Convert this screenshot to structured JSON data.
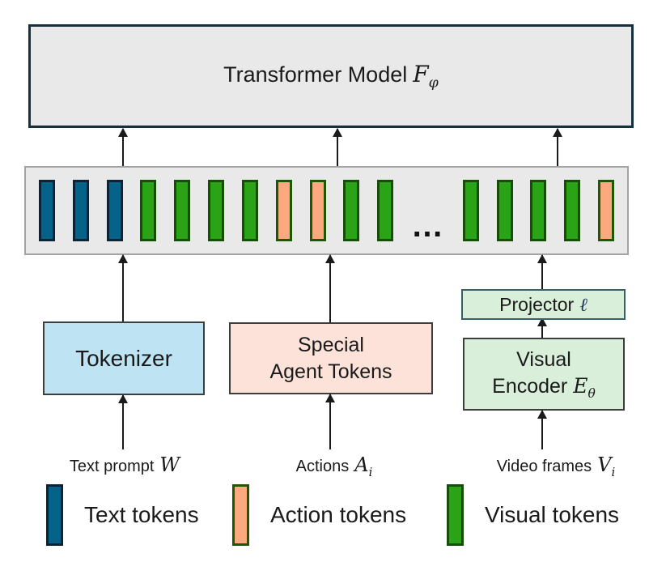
{
  "transformer": {
    "label": "Transformer Model",
    "symbol": "F",
    "symbol_sub": "φ"
  },
  "sequence": {
    "tokens": [
      "text",
      "text",
      "text",
      "visual",
      "visual",
      "visual",
      "visual",
      "action",
      "action",
      "visual",
      "visual",
      "ellipsis",
      "visual",
      "visual",
      "visual",
      "visual",
      "action"
    ],
    "ellipsis": "…"
  },
  "tokenizer": {
    "label": "Tokenizer"
  },
  "special_tokens": {
    "line1": "Special",
    "line2": "Agent Tokens"
  },
  "projector": {
    "label": "Projector",
    "symbol": "ℓ"
  },
  "visual_encoder": {
    "line1": "Visual",
    "line2": "Encoder",
    "symbol": "E",
    "symbol_sub": "θ"
  },
  "inputs": {
    "text": {
      "label": "Text prompt",
      "symbol": "W",
      "symbol_sub": ""
    },
    "actions": {
      "label": "Actions",
      "symbol": "A",
      "symbol_sub": "i"
    },
    "video": {
      "label": "Video frames",
      "symbol": "V",
      "symbol_sub": "i"
    }
  },
  "legend": [
    {
      "type": "text",
      "label": "Text tokens"
    },
    {
      "type": "action",
      "label": "Action tokens"
    },
    {
      "type": "visual",
      "label": "Visual tokens"
    }
  ],
  "colors": {
    "text_token_fill": "#05638a",
    "text_token_border": "#0d2235",
    "visual_token_fill": "#2aa317",
    "visual_token_border": "#164e07",
    "action_token_fill": "#fca97f",
    "action_token_border": "#1d5807",
    "gray_fill": "#e9e9e9",
    "transformer_border": "#16303f",
    "bar_border": "#a3a3a3",
    "box_border": "#3d3d3d",
    "tokenizer_fill": "#bee3f2",
    "special_fill": "#fce2d9",
    "green_box_fill": "#daefda",
    "projector_border": "#3a5f68",
    "ell_color": "#1f3864",
    "line_color": "#1a1a1a"
  }
}
